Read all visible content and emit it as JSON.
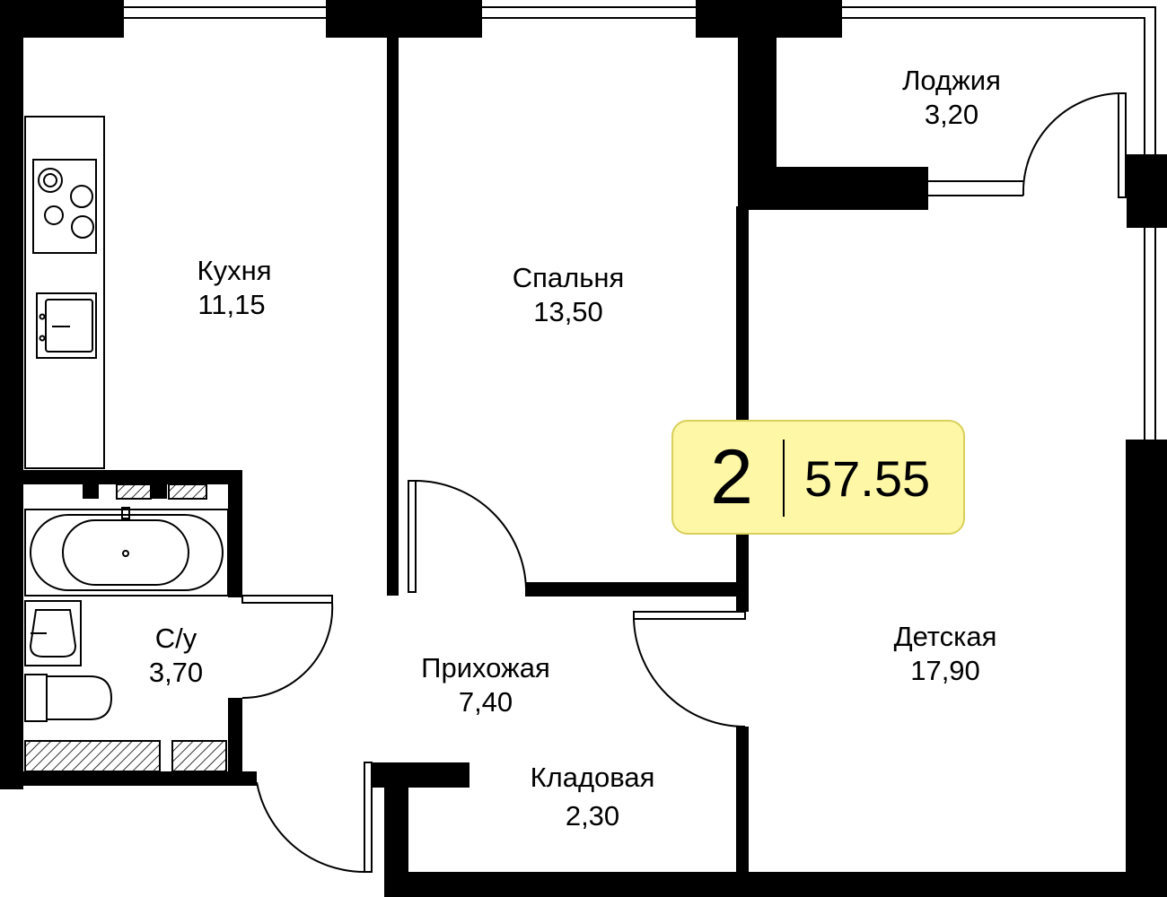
{
  "summary": {
    "rooms": "2",
    "total_area": "57.55"
  },
  "rooms": [
    {
      "label": "Кухня",
      "area": "11,15"
    },
    {
      "label": "Спальня",
      "area": "13,50"
    },
    {
      "label": "Лоджия",
      "area": "3,20"
    },
    {
      "label": "С/у",
      "area": "3,70"
    },
    {
      "label": "Прихожая",
      "area": "7,40"
    },
    {
      "label": "Детская",
      "area": "17,90"
    },
    {
      "label": "Кладовая",
      "area": "2,30"
    }
  ],
  "colors": {
    "wall": "#000000",
    "badge_fill": "#fdf7a6",
    "background": "#ffffff"
  }
}
